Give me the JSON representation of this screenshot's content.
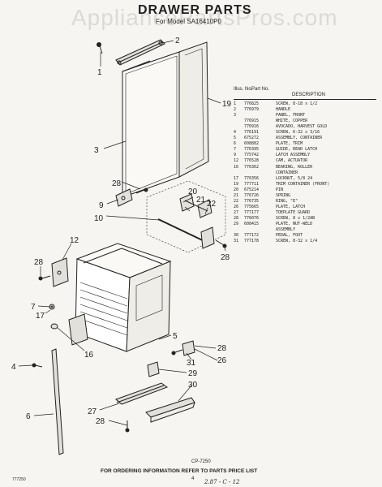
{
  "watermark": "AppliancePartsPros.com",
  "title": "DRAWER PARTS",
  "subtitle": "For Model SA16410P0",
  "legend": {
    "headers": {
      "illus_no": "Illus. No.",
      "part_no": "Part No.",
      "description": "DESCRIPTION"
    },
    "rows": [
      {
        "n": "1",
        "p": "776825",
        "d": "SCREW, 8-18 x 1/2"
      },
      {
        "n": "2",
        "p": "776979",
        "d": "HANDLE"
      },
      {
        "n": "3",
        "p": "",
        "d": "PANEL, FRONT"
      },
      {
        "n": "",
        "p": "776915",
        "d": "WHITE, COPPER"
      },
      {
        "n": "",
        "p": "776916",
        "d": "AVOCADO, HARVEST GOLD"
      },
      {
        "n": "4",
        "p": "776191",
        "d": "SCREW, 6-32 x 3/16"
      },
      {
        "n": "5",
        "p": "675272",
        "d": "ASSEMBLY, CONTAINER"
      },
      {
        "n": "6",
        "p": "608882",
        "d": "PLATE, TRIM"
      },
      {
        "n": "7",
        "p": "776395",
        "d": "GUIDE, REAR LATCH"
      },
      {
        "n": "9",
        "p": "775742",
        "d": "LATCH ASSEMBLY"
      },
      {
        "n": "12",
        "p": "776528",
        "d": "CAM, ACTUATOR"
      },
      {
        "n": "16",
        "p": "776362",
        "d": "BEARING, ROLLER"
      },
      {
        "n": "",
        "p": "",
        "d": "CONTAINER"
      },
      {
        "n": "17",
        "p": "776356",
        "d": "LOCKNUT, 5/8 24"
      },
      {
        "n": "19",
        "p": "777711",
        "d": "TRIM CONTAINER (FRONT)"
      },
      {
        "n": "20",
        "p": "675214",
        "d": "PIN"
      },
      {
        "n": "21",
        "p": "776726",
        "d": "SPRING"
      },
      {
        "n": "22",
        "p": "776735",
        "d": "RING, \"E\""
      },
      {
        "n": "26",
        "p": "775665",
        "d": "PLATE, LATCH"
      },
      {
        "n": "27",
        "p": "777177",
        "d": "TOEPLATE GUARD"
      },
      {
        "n": "28",
        "p": "776076",
        "d": "SCREW, 8 x 1/2AB"
      },
      {
        "n": "29",
        "p": "608415",
        "d": "PLATE, NUT-WELD"
      },
      {
        "n": "",
        "p": "",
        "d": "ASSEMBLY"
      },
      {
        "n": "30",
        "p": "777172",
        "d": "PEDAL, FOOT"
      },
      {
        "n": "31",
        "p": "777178",
        "d": "SCREW, 8-32 x 1/4"
      }
    ]
  },
  "callouts": {
    "c1": "1",
    "c2": "2",
    "c3": "3",
    "c19": "19",
    "c28a": "28",
    "c9": "9",
    "c10": "10",
    "c20": "20",
    "c21": "21",
    "c22": "22",
    "c28b": "28",
    "c12": "12",
    "c28c": "28",
    "c7": "7",
    "c17": "17",
    "c16": "16",
    "c5": "5",
    "c4": "4",
    "c31": "31",
    "c28d": "28",
    "c26": "26",
    "c29": "29",
    "c30": "30",
    "c27": "27",
    "c28e": "28",
    "c6": "6"
  },
  "diagram_code": "CP-7250",
  "footer_note": "FOR ORDERING INFORMATION REFER TO PARTS PRICE LIST",
  "code_left": "777250",
  "page_number": "4",
  "handwritten_note": "2.87 - C - 12"
}
